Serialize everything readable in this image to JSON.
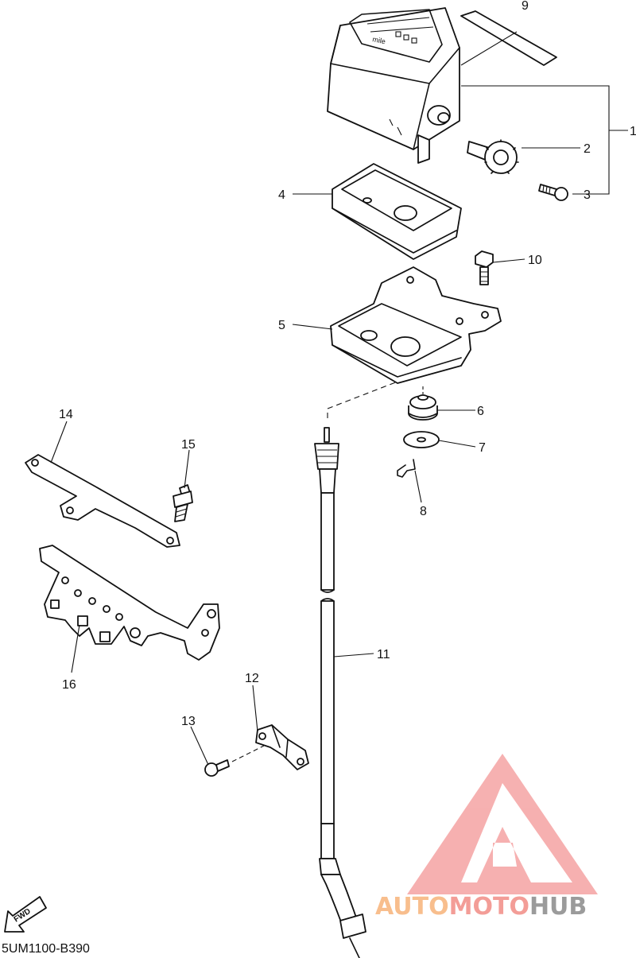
{
  "diagram": {
    "callouts": [
      {
        "id": "1",
        "label": "1"
      },
      {
        "id": "2",
        "label": "2"
      },
      {
        "id": "3",
        "label": "3"
      },
      {
        "id": "4",
        "label": "4"
      },
      {
        "id": "5",
        "label": "5"
      },
      {
        "id": "6",
        "label": "6"
      },
      {
        "id": "7",
        "label": "7"
      },
      {
        "id": "8",
        "label": "8"
      },
      {
        "id": "9",
        "label": "9"
      },
      {
        "id": "10",
        "label": "10"
      },
      {
        "id": "11",
        "label": "11"
      },
      {
        "id": "12",
        "label": "12"
      },
      {
        "id": "13",
        "label": "13"
      },
      {
        "id": "14",
        "label": "14"
      },
      {
        "id": "15",
        "label": "15"
      },
      {
        "id": "16",
        "label": "16"
      }
    ],
    "meter_face": "mile",
    "fwd_label": "FWD",
    "diagram_code": "5UM1100-B390"
  },
  "watermark": {
    "part1": "AUTO",
    "part2": "MOTO",
    "part3": "HUB",
    "color_auto": "#f7b37a",
    "color_moto": "#f28c86",
    "color_hub": "#8a8a8a",
    "color_triangle": "#f5a3a3"
  }
}
